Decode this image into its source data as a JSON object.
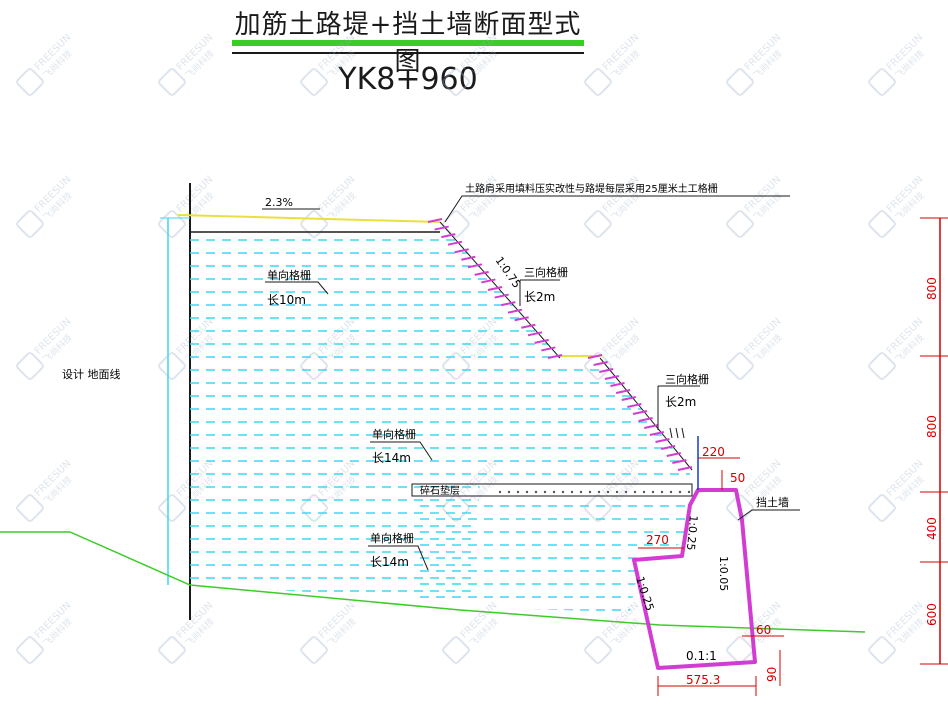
{
  "title": "加筋土路堤+挡土墙断面型式图",
  "subtitle": "YK8+960",
  "watermark": {
    "brand": "FREESUN",
    "cn": "飞尚科技"
  },
  "labels": {
    "top_elev": "2.3%",
    "top_note": "土路肩采用填料压实改性与路堤每层采用25厘米土工格栅",
    "ref_line": "设计 地面线",
    "slope_upper": "1:0.75",
    "grid_a_name": "单向格栅",
    "grid_a_len": "长10m",
    "grid_b_name": "三向格栅",
    "grid_b_len": "长2m",
    "grid_c_name": "三向格栅",
    "grid_c_len": "长2m",
    "grid_d_name": "单向格栅",
    "grid_d_len": "长14m",
    "grid_e_name": "单向格栅",
    "grid_e_len": "长14m",
    "gravel": "碎石垫层",
    "wall_name": "挡土墙",
    "slope_wall_front": "1:0.25",
    "slope_wall_back": "1:0.25",
    "slope_wall_right": "1:0.05",
    "base_slope": "0.1:1",
    "dim_220": "220",
    "dim_50": "50",
    "dim_270": "270",
    "dim_60": "60",
    "dim_90": "90",
    "dim_575": "575.3",
    "right_dims": [
      "800",
      "800",
      "400",
      "600"
    ]
  },
  "colors": {
    "fill_hatch": "#3fd8f0",
    "wall": "#d23cd2",
    "ground": "#3ccc28",
    "dim": "#d40000",
    "top_line": "#e8e040",
    "title_underline": "#3ccc28"
  }
}
